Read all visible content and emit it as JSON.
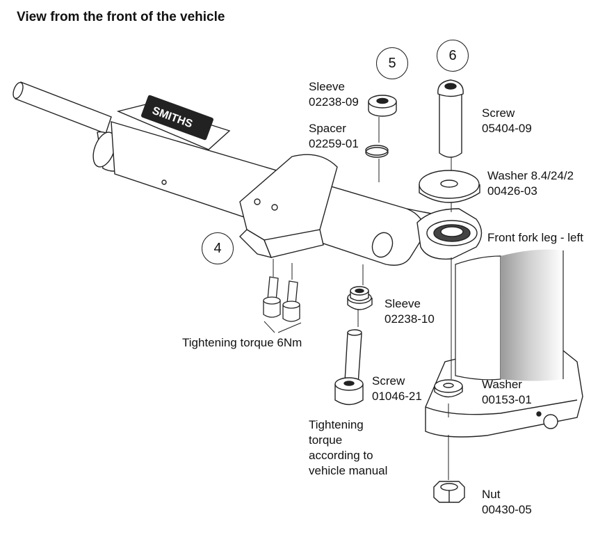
{
  "title": "View from the front of the vehicle",
  "brand_logo_text": "SMITHS",
  "callouts": {
    "c4": "4",
    "c5": "5",
    "c6": "6"
  },
  "labels": {
    "sleeve_top": {
      "name": "Sleeve",
      "part": "02238-09"
    },
    "spacer": {
      "name": "Spacer",
      "part": "02259-01"
    },
    "screw_top": {
      "name": "Screw",
      "part": "05404-09"
    },
    "washer_big": {
      "name": "Washer 8.4/24/2",
      "part": "00426-03"
    },
    "fork_leg": {
      "name": "Front fork leg - left"
    },
    "sleeve_bottom": {
      "name": "Sleeve",
      "part": "02238-10"
    },
    "torque_6nm": {
      "text": "Tightening torque 6Nm"
    },
    "screw_bottom": {
      "name": "Screw",
      "part": "01046-21"
    },
    "washer_small": {
      "name": "Washer",
      "part": "00153-01"
    },
    "torque_manual": {
      "lines": [
        "Tightening",
        "torque",
        "according to",
        "vehicle manual"
      ]
    },
    "nut": {
      "name": "Nut",
      "part": "00430-05"
    }
  }
}
